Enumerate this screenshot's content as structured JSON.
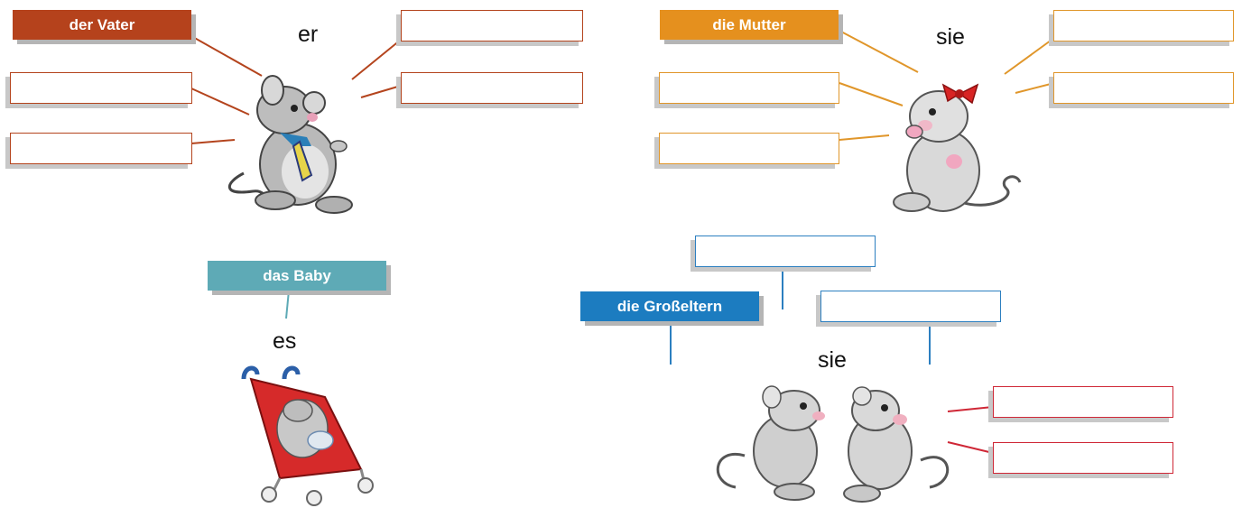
{
  "vater": {
    "label": "der Vater",
    "pronoun": "er",
    "color": "#b5421c"
  },
  "mutter": {
    "label": "die Mutter",
    "pronoun": "sie",
    "color": "#e5901e"
  },
  "baby": {
    "label": "das Baby",
    "pronoun": "es",
    "color": "#5eaab6"
  },
  "grosseltern": {
    "label": "die Großeltern",
    "pronoun": "sie",
    "color": "#1c7cc0"
  },
  "line_colors": {
    "vater": "#b4441d",
    "mutter": "#e0962a",
    "baby": "#5eaab6",
    "grosseltern": "#2c7fc0",
    "grosseltern_red": "#cf2736"
  },
  "answer_boxes": {
    "value": ""
  }
}
